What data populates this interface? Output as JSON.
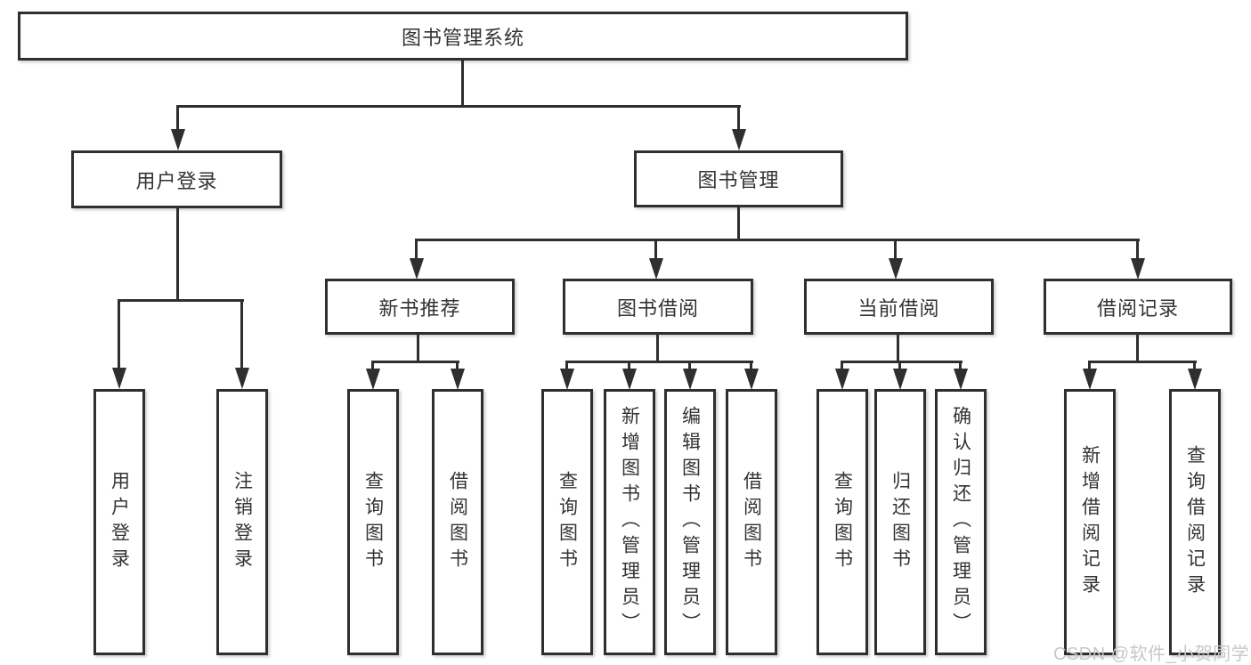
{
  "diagram": {
    "type": "hierarchy-tree",
    "root": {
      "label": "图书管理系统"
    },
    "level2": [
      {
        "label": "用户登录"
      },
      {
        "label": "图书管理"
      }
    ],
    "level3": [
      {
        "label": "新书推荐",
        "parent": "图书管理"
      },
      {
        "label": "图书借阅",
        "parent": "图书管理"
      },
      {
        "label": "当前借阅",
        "parent": "图书管理"
      },
      {
        "label": "借阅记录",
        "parent": "图书管理"
      }
    ],
    "leaves": [
      {
        "label": "用户登录",
        "parent": "用户登录"
      },
      {
        "label": "注销登录",
        "parent": "用户登录"
      },
      {
        "label": "查询图书",
        "parent": "新书推荐"
      },
      {
        "label": "借阅图书",
        "parent": "新书推荐"
      },
      {
        "label": "查询图书",
        "parent": "图书借阅"
      },
      {
        "label": "新增图书（管理员）",
        "parent": "图书借阅"
      },
      {
        "label": "编辑图书（管理员）",
        "parent": "图书借阅"
      },
      {
        "label": "借阅图书",
        "parent": "图书借阅"
      },
      {
        "label": "查询图书",
        "parent": "当前借阅"
      },
      {
        "label": "归还图书",
        "parent": "当前借阅"
      },
      {
        "label": "确认归还（管理员）",
        "parent": "当前借阅"
      },
      {
        "label": "新增借阅记录",
        "parent": "借阅记录"
      },
      {
        "label": "查询借阅记录",
        "parent": "借阅记录"
      }
    ],
    "watermark": "CSDN @软件_小贺同学",
    "colors": {
      "line": "#2f2f2f",
      "text": "#333333",
      "watermark": "#c8c8cd",
      "background": "#ffffff"
    }
  }
}
